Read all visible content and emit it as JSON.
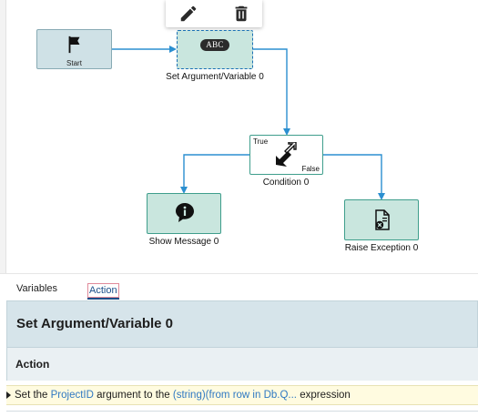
{
  "toolbar": {
    "edit_icon": "pencil-icon",
    "delete_icon": "trash-icon"
  },
  "nodes": {
    "start": {
      "label": "Start",
      "icon": "flag-icon"
    },
    "set_argument": {
      "badge": "ABC",
      "label": "Set Argument/Variable 0"
    },
    "condition": {
      "true_label": "True",
      "false_label": "False",
      "label": "Condition 0",
      "icon": "branch-arrows-icon"
    },
    "show_message": {
      "label": "Show Message 0",
      "icon": "info-bubble-icon"
    },
    "raise_exception": {
      "label": "Raise Exception 0",
      "icon": "document-error-icon"
    }
  },
  "colors": {
    "node_fill": "#c9e6de",
    "node_border": "#3f9e8c",
    "connector": "#2b8fd0",
    "selection": "#1a6fb5",
    "link": "#2f79c2",
    "highlight_row": "#fffbe0"
  },
  "tabs": [
    {
      "label": "Variables",
      "active": false
    },
    {
      "label": "Action",
      "active": true
    }
  ],
  "panel": {
    "title": "Set Argument/Variable 0"
  },
  "section": {
    "title": "Action"
  },
  "action_row": {
    "prefix": "Set the ",
    "argument_link": "ProjectID",
    "middle": " argument to the ",
    "expression_link": "(string)(from row in Db.Q...",
    "suffix": " expression"
  }
}
